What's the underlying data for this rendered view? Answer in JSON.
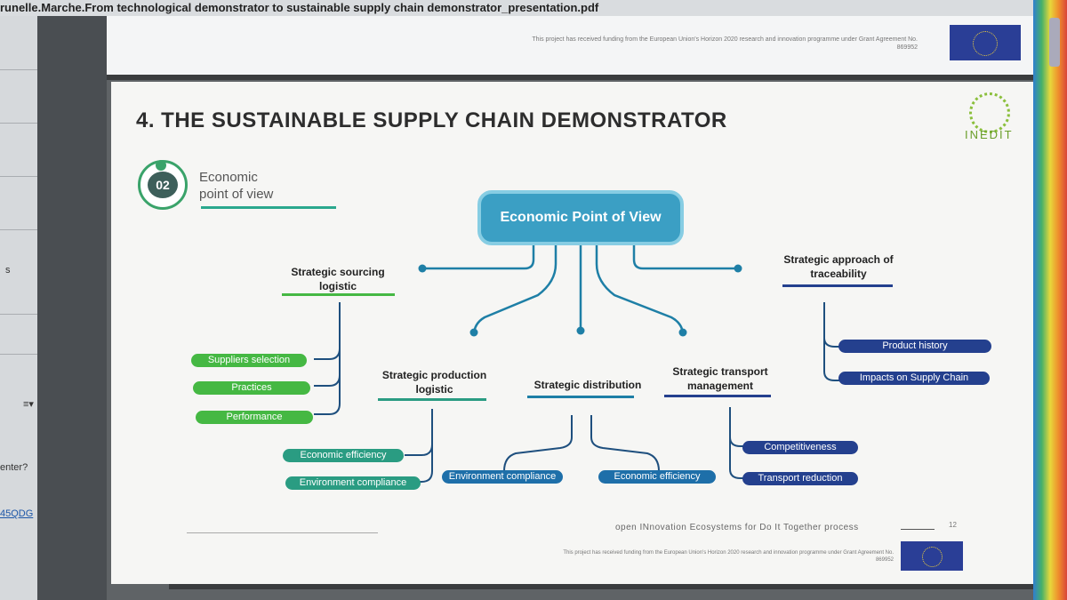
{
  "window": {
    "title": "runelle.Marche.From technological demonstrator to sustainable supply chain demonstrator_presentation.pdf"
  },
  "left_pane": {
    "text_1": "s",
    "text_2": "enter?",
    "text_3": "45QDG"
  },
  "funding_notice": {
    "line1": "This project has received funding from the European Union's Horizon 2020 research and innovation programme under Grant Agreement No.",
    "line2": "869952"
  },
  "slide": {
    "title": "4. THE SUSTAINABLE SUPPLY CHAIN DEMONSTRATOR",
    "logo_text": "INEDIT",
    "badge": {
      "number": "02",
      "label_line1": "Economic",
      "label_line2": "point of view"
    },
    "mindmap": {
      "root": "Economic Point of View",
      "branches": {
        "sourcing": {
          "line1": "Strategic sourcing",
          "line2": "logistic",
          "items": [
            "Suppliers selection",
            "Practices",
            "Performance"
          ]
        },
        "production": {
          "line1": "Strategic production",
          "line2": "logistic",
          "items": [
            "Economic efficiency",
            "Environment compliance"
          ]
        },
        "distribution": {
          "line1": "Strategic distribution",
          "items": [
            "Environment compliance",
            "Economic efficiency"
          ]
        },
        "transport": {
          "line1": "Strategic transport",
          "line2": "management",
          "items": [
            "Competitiveness",
            "Transport reduction"
          ]
        },
        "traceability": {
          "line1": "Strategic approach of",
          "line2": "traceability",
          "items": [
            "Product history",
            "Impacts on Supply Chain"
          ]
        }
      }
    },
    "footer": {
      "tagline": "open INnovation Ecosystems for Do It Together process",
      "page_number": "12"
    }
  },
  "colors": {
    "root": "#3b9fc4",
    "green": "#45b843",
    "teal": "#2a9c82",
    "blue": "#1e6fa9",
    "navy": "#24408e",
    "eu_blue": "#2a3e96"
  }
}
